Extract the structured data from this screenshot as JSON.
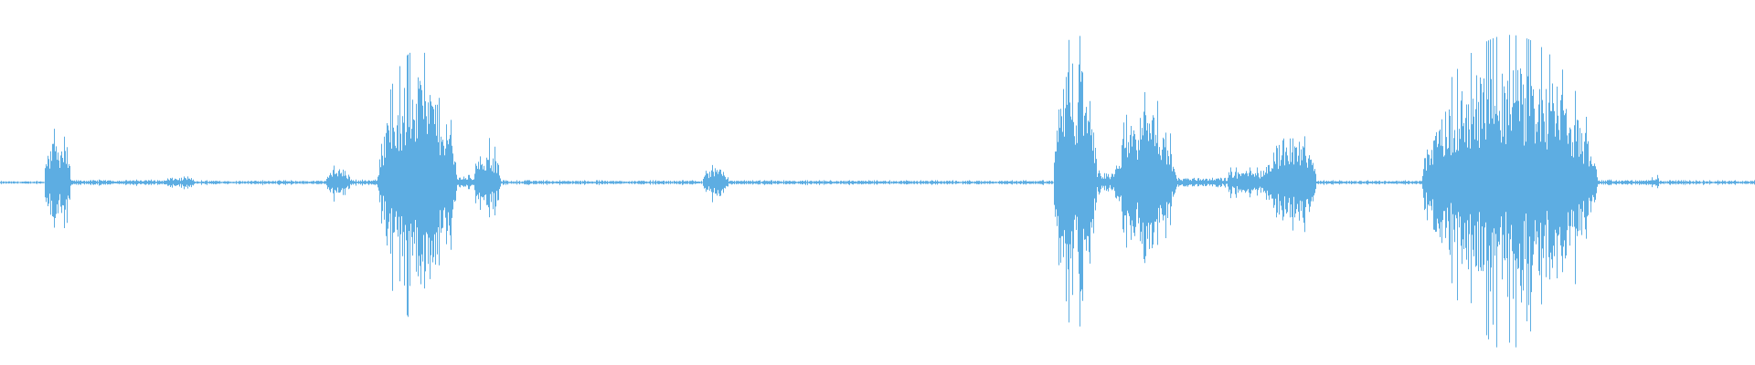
{
  "waveform": {
    "color": "#5dade2",
    "baseline_color": "#5dade2",
    "description_segments": [
      {
        "start": 0.0,
        "end": 0.025,
        "amp": 0.01
      },
      {
        "start": 0.025,
        "end": 0.04,
        "amp": 0.37
      },
      {
        "start": 0.04,
        "end": 0.095,
        "amp": 0.02
      },
      {
        "start": 0.095,
        "end": 0.11,
        "amp": 0.04
      },
      {
        "start": 0.11,
        "end": 0.185,
        "amp": 0.015
      },
      {
        "start": 0.185,
        "end": 0.2,
        "amp": 0.12
      },
      {
        "start": 0.2,
        "end": 0.215,
        "amp": 0.02
      },
      {
        "start": 0.215,
        "end": 0.26,
        "amp": 0.88
      },
      {
        "start": 0.26,
        "end": 0.27,
        "amp": 0.05
      },
      {
        "start": 0.27,
        "end": 0.285,
        "amp": 0.3
      },
      {
        "start": 0.285,
        "end": 0.4,
        "amp": 0.015
      },
      {
        "start": 0.4,
        "end": 0.415,
        "amp": 0.12
      },
      {
        "start": 0.415,
        "end": 0.6,
        "amp": 0.015
      },
      {
        "start": 0.6,
        "end": 0.625,
        "amp": 1.0
      },
      {
        "start": 0.625,
        "end": 0.635,
        "amp": 0.08
      },
      {
        "start": 0.635,
        "end": 0.67,
        "amp": 0.6
      },
      {
        "start": 0.67,
        "end": 0.7,
        "amp": 0.04
      },
      {
        "start": 0.7,
        "end": 0.72,
        "amp": 0.1
      },
      {
        "start": 0.72,
        "end": 0.75,
        "amp": 0.38
      },
      {
        "start": 0.75,
        "end": 0.81,
        "amp": 0.015
      },
      {
        "start": 0.81,
        "end": 0.91,
        "amp": 0.98
      },
      {
        "start": 0.91,
        "end": 0.94,
        "amp": 0.02
      },
      {
        "start": 0.94,
        "end": 0.945,
        "amp": 0.05
      },
      {
        "start": 0.945,
        "end": 1.0,
        "amp": 0.015
      }
    ]
  }
}
